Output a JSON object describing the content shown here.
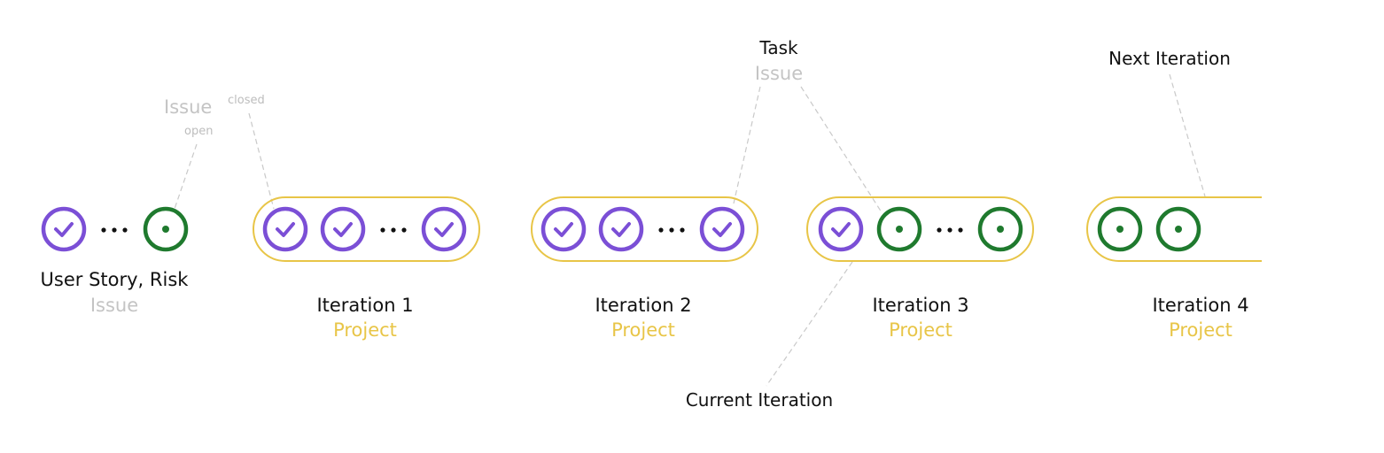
{
  "colors": {
    "closed_issue": "#7b4fd6",
    "open_issue": "#1f7a2e",
    "project_outline": "#e8c547",
    "leader_line": "#c9c9c9",
    "muted_text": "#c4c4c4",
    "project_text": "#e8c547"
  },
  "icons": {
    "closed": "check-circle-icon",
    "open": "dot-circle-icon",
    "ellipsis": "ellipsis-icon"
  },
  "legend": {
    "issue": "Issue",
    "open": "open",
    "closed": "closed"
  },
  "backlog": {
    "label": "User Story, Risk",
    "type": "Issue"
  },
  "iterations": [
    {
      "label": "Iteration 1",
      "type": "Project"
    },
    {
      "label": "Iteration 2",
      "type": "Project"
    },
    {
      "label": "Iteration 3",
      "type": "Project"
    },
    {
      "label": "Iteration 4",
      "type": "Project"
    }
  ],
  "callouts": {
    "task": "Task",
    "task_type": "Issue",
    "current_iteration": "Current Iteration",
    "next_iteration": "Next Iteration"
  }
}
